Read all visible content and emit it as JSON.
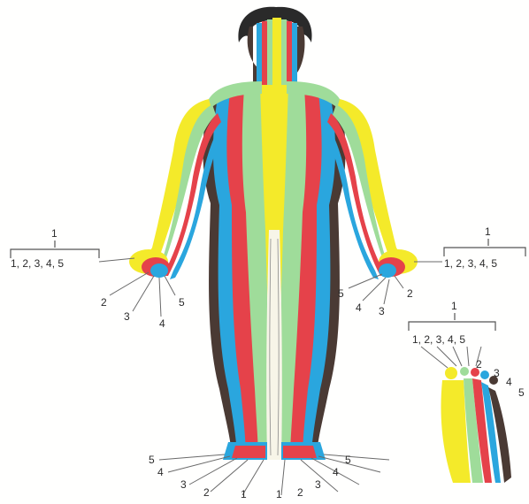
{
  "colors": {
    "zone1": "#f4ea2a",
    "zone2": "#9fdc9a",
    "zone3": "#e5424a",
    "zone4": "#2aa6de",
    "zone5": "#4a3a34",
    "hair": "#2a2a2a"
  },
  "labels": {
    "left_hand_top": "1",
    "left_hand_group": "1, 2, 3, 4, 5",
    "left_hand_2": "2",
    "left_hand_3": "3",
    "left_hand_4": "4",
    "left_hand_5": "5",
    "right_hand_top": "1",
    "right_hand_group": "1, 2, 3, 4, 5",
    "right_hand_5": "5",
    "right_hand_4": "4",
    "right_hand_3": "3",
    "right_hand_2": "2",
    "foot_top": "1",
    "foot_group": "1, 2, 3, 4, 5",
    "foot_2": "2",
    "foot_3": "3",
    "foot_4": "4",
    "foot_5": "5",
    "feet_l5": "5",
    "feet_l4": "4",
    "feet_l3": "3",
    "feet_l2": "2",
    "feet_l1": "1",
    "feet_r1": "1",
    "feet_r2": "2",
    "feet_r3": "3",
    "feet_r4": "4",
    "feet_r5": "5"
  }
}
